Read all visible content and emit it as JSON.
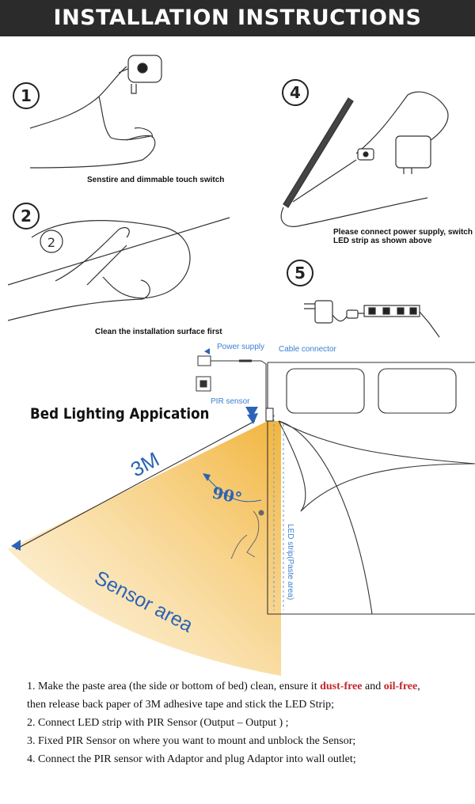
{
  "header": {
    "title": "INSTALLATION INSTRUCTIONS"
  },
  "steps": [
    {
      "number": "1",
      "caption": "Senstire and dimmable touch switch"
    },
    {
      "number": "2",
      "caption": "Clean the installation surface first"
    },
    {
      "number": "4",
      "caption_line1": "Please connect power supply, switch and",
      "caption_line2": "LED strip as shown above"
    },
    {
      "number": "5"
    }
  ],
  "step2_inner_number": "2",
  "bed": {
    "title": "Bed Lighting Appication",
    "power_supply": "Power supply",
    "cable_connector": "Cable connector",
    "pir_sensor": "PIR sensor",
    "distance": "3M",
    "angle": "90°",
    "sensor_area": "Sensor area",
    "led_strip": "LED strip(Paste area)"
  },
  "colors": {
    "header_bg": "#2b2b2b",
    "sensor_fill": "#f6c55c",
    "label_blue": "#3b7fd1",
    "highlight_red": "#c3262a"
  },
  "instructions": {
    "line1_a": "1. Make the paste area (the side or bottom of bed) clean,  ensure it ",
    "line1_red1": "dust-free",
    "line1_b": " and ",
    "line1_red2": "oil-free",
    "line1_c": ",",
    "line1_cont": "then release back paper of 3M adhesive tape and stick the LED Strip;",
    "line2": "2.  Connect LED strip with PIR Sensor (Output – Output ) ;",
    "line3": "3.  Fixed PIR Sensor  on where you want to mount and unblock the Sensor;",
    "line4": "4.  Connect the PIR sensor with Adaptor and plug Adaptor into wall outlet;"
  }
}
